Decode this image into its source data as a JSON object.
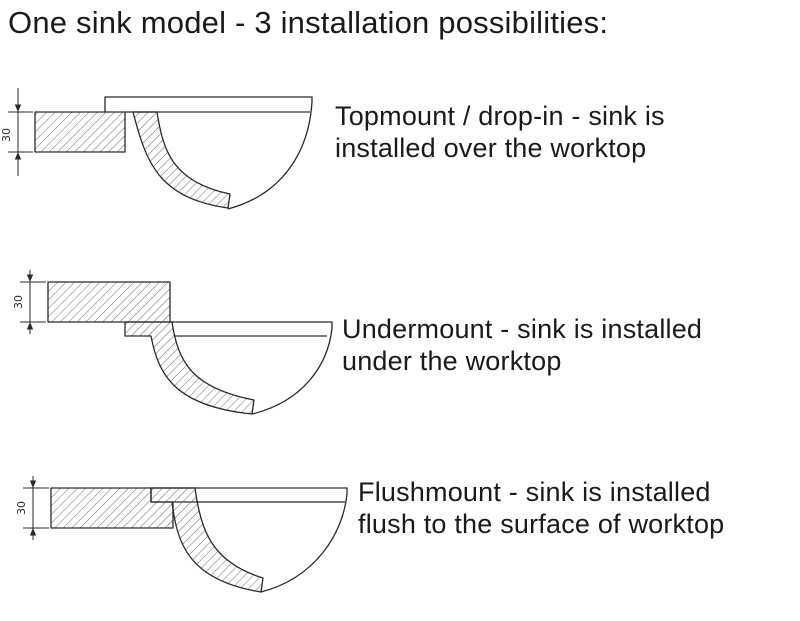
{
  "title": "One sink model - 3 installation possibilities:",
  "rows": [
    {
      "id": "topmount",
      "dimension": "30",
      "caption_line1": "Topmount / drop-in - sink is",
      "caption_line2": "installed over the worktop"
    },
    {
      "id": "undermount",
      "dimension": "30",
      "caption_line1": "Undermount - sink is installed",
      "caption_line2": "under the worktop"
    },
    {
      "id": "flushmount",
      "dimension": "30",
      "caption_line1": "Flushmount - sink is installed",
      "caption_line2": "flush to the surface of worktop"
    }
  ],
  "colors": {
    "background": "#ffffff",
    "text": "#1a1a1a",
    "line": "#2a2a2a",
    "hatch": "#6a6a6a"
  }
}
